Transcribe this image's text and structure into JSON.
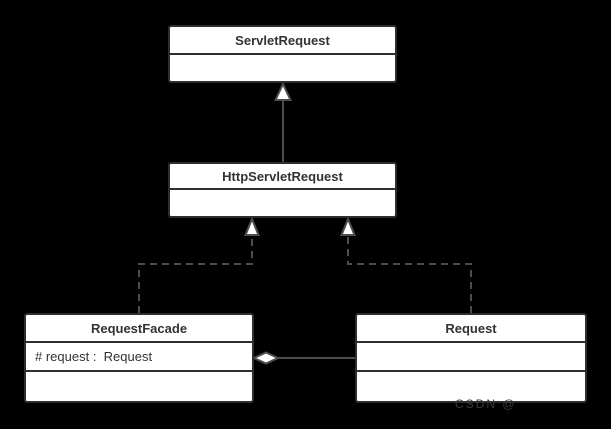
{
  "diagram": {
    "type": "uml-class-diagram",
    "background": "#000000",
    "colors": {
      "node_fill": "#ffffff",
      "node_border": "#2e2e2e",
      "connector_line": "#4d4d4d",
      "text": "#333333",
      "watermark": "#3a3a3a"
    },
    "classes": [
      {
        "name": "ServletRequest",
        "attributes": []
      },
      {
        "name": "HttpServletRequest",
        "attributes": []
      },
      {
        "name": "RequestFacade",
        "attributes": [
          "# request :  Request"
        ]
      },
      {
        "name": "Request",
        "attributes": []
      }
    ],
    "relationships": [
      {
        "from": "HttpServletRequest",
        "to": "ServletRequest",
        "type": "generalization",
        "line": "solid",
        "marker": "hollow-triangle"
      },
      {
        "from": "RequestFacade",
        "to": "HttpServletRequest",
        "type": "realization",
        "line": "dashed",
        "marker": "hollow-triangle"
      },
      {
        "from": "Request",
        "to": "HttpServletRequest",
        "type": "realization",
        "line": "dashed",
        "marker": "hollow-triangle"
      },
      {
        "from": "RequestFacade",
        "to": "Request",
        "type": "aggregation",
        "line": "solid",
        "marker": "hollow-diamond"
      }
    ],
    "watermark": "CSDN @"
  }
}
